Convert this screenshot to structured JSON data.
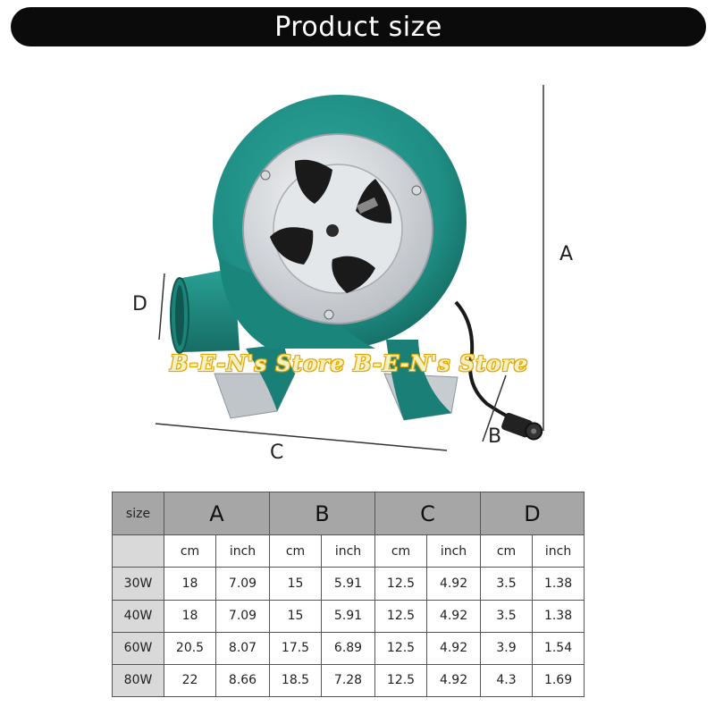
{
  "banner": {
    "title": "Product size"
  },
  "illustration": {
    "labels": {
      "a": "A",
      "b": "B",
      "c": "C",
      "d": "D"
    },
    "watermark": "B-E-N's Store B-E-N's Store",
    "colors": {
      "housing": "#1f8e84",
      "housing_dark": "#146a62",
      "plate": "#d9dcdf",
      "blade": "#1a1a1a"
    }
  },
  "table": {
    "corner": "size",
    "dimensions": [
      "A",
      "B",
      "C",
      "D"
    ],
    "units": [
      "cm",
      "inch",
      "cm",
      "inch",
      "cm",
      "inch",
      "cm",
      "inch"
    ],
    "rows": [
      {
        "label": "30W",
        "values": [
          "18",
          "7.09",
          "15",
          "5.91",
          "12.5",
          "4.92",
          "3.5",
          "1.38"
        ]
      },
      {
        "label": "40W",
        "values": [
          "18",
          "7.09",
          "15",
          "5.91",
          "12.5",
          "4.92",
          "3.5",
          "1.38"
        ]
      },
      {
        "label": "60W",
        "values": [
          "20.5",
          "8.07",
          "17.5",
          "6.89",
          "12.5",
          "4.92",
          "3.9",
          "1.54"
        ]
      },
      {
        "label": "80W",
        "values": [
          "22",
          "8.66",
          "18.5",
          "7.28",
          "12.5",
          "4.92",
          "4.3",
          "1.69"
        ]
      }
    ]
  }
}
